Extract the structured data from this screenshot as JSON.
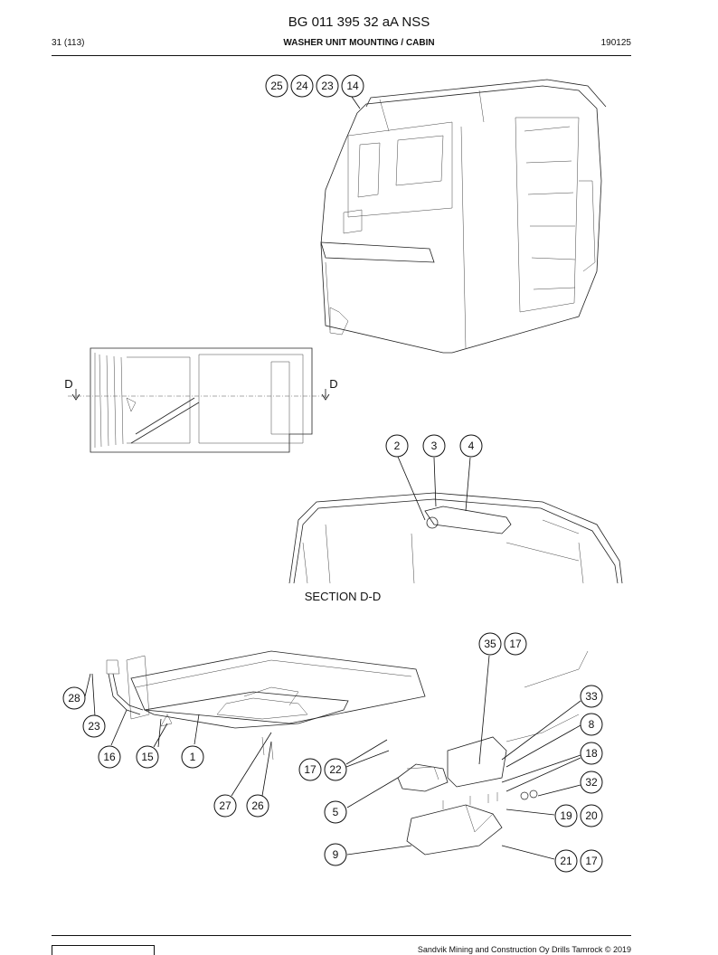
{
  "header": {
    "document_id": "BG 011 395 32 aA NSS",
    "page_number": "31 (113)",
    "title": "WASHER UNIT MOUNTING / CABIN",
    "date_code": "190125"
  },
  "drawing": {
    "section_marker_left": "D",
    "section_marker_right": "D",
    "section_caption": "SECTION D-D",
    "callouts": {
      "top": [
        "25",
        "24",
        "23",
        "14"
      ],
      "section": [
        "2",
        "3",
        "4"
      ],
      "bottom": [
        "35",
        "17",
        "33",
        "8",
        "18",
        "32",
        "20",
        "19",
        "17",
        "21",
        "9",
        "5",
        "17",
        "22",
        "27",
        "26",
        "1",
        "15",
        "16",
        "23",
        "28"
      ]
    }
  },
  "footer": {
    "copyright": "Sandvik Mining and Construction Oy Drills Tamrock © 2019"
  }
}
